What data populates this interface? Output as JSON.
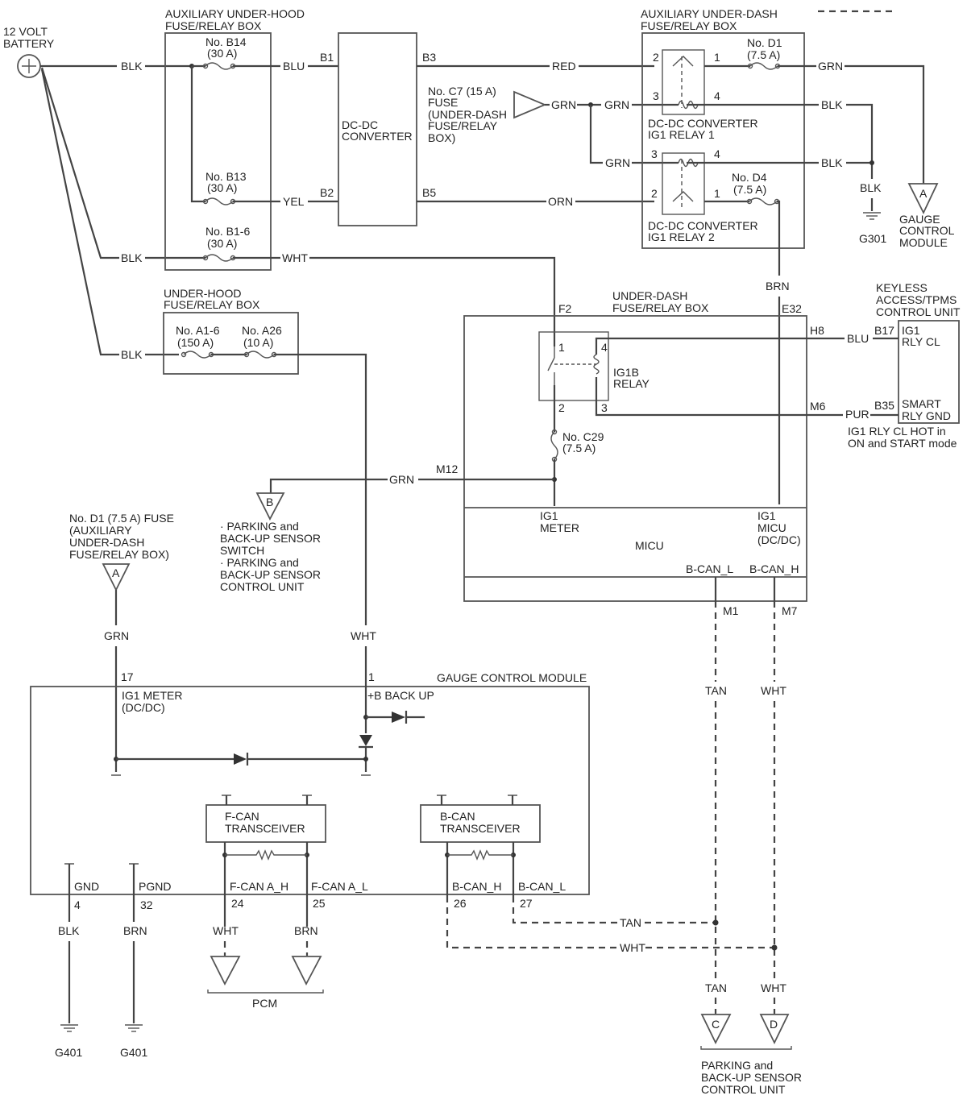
{
  "legend_note": "",
  "battery": {
    "l1": "12 VOLT",
    "l2": "BATTERY"
  },
  "aux_hood": {
    "l1": "AUXILIARY UNDER-HOOD",
    "l2": "FUSE/RELAY BOX",
    "fb14": "No. B14",
    "fb14a": "(30 A)",
    "fb13": "No. B13",
    "fb13a": "(30 A)",
    "fb16": "No. B1-6",
    "fb16a": "(30 A)"
  },
  "dcdc": {
    "l1": "DC-DC",
    "l2": "CONVERTER",
    "b1": "B1",
    "b2": "B2",
    "b3": "B3",
    "b5": "B5"
  },
  "c7": {
    "l1": "No. C7 (15 A)",
    "l2": "FUSE",
    "l3": "(UNDER-DASH",
    "l4": "FUSE/RELAY",
    "l5": "BOX)"
  },
  "aux_dash": {
    "l1": "AUXILIARY UNDER-DASH",
    "l2": "FUSE/RELAY BOX",
    "d1": "No. D1",
    "d1a": "(7.5 A)",
    "d4": "No. D4",
    "d4a": "(7.5 A)",
    "r1a": "DC-DC CONVERTER",
    "r1b": "IG1 RELAY 1",
    "r2a": "DC-DC CONVERTER",
    "r2b": "IG1 RELAY 2",
    "p2": "2",
    "p1": "1",
    "p3": "3",
    "p4": "4"
  },
  "ground_g301": "G301",
  "gcm_ref": {
    "l1": "GAUGE",
    "l2": "CONTROL",
    "l3": "MODULE"
  },
  "hood": {
    "l1": "UNDER-HOOD",
    "l2": "FUSE/RELAY BOX",
    "a16": "No. A1-6",
    "a16a": "(150 A)",
    "a26": "No. A26",
    "a26a": "(10 A)"
  },
  "udash": {
    "l1": "UNDER-DASH",
    "l2": "FUSE/RELAY BOX",
    "f2": "F2",
    "e32": "E32",
    "h8": "H8",
    "m6": "M6",
    "m12": "M12",
    "relay": "IG1B",
    "relay2": "RELAY",
    "c29": "No. C29",
    "c29a": "(7.5 A)",
    "p1": "1",
    "p2": "2",
    "p3": "3",
    "p4": "4"
  },
  "micu": {
    "title": "MICU",
    "ig1meter": "IG1",
    "ig1meter2": "METER",
    "ig1micu": "IG1",
    "ig1micu2": "MICU",
    "ig1micu3": "(DC/DC)",
    "bcanl": "B-CAN_L",
    "bcanh": "B-CAN_H",
    "m1": "M1",
    "m7": "M7"
  },
  "keyless": {
    "l1": "KEYLESS",
    "l2": "ACCESS/TPMS",
    "l3": "CONTROL UNIT",
    "b17": "B17",
    "b35": "B35",
    "ig1": "IG1",
    "rlycl": "RLY CL",
    "smart": "SMART",
    "rlygnd": "RLY GND",
    "note1": "IG1 RLY CL HOT in",
    "note2": "ON and START mode"
  },
  "connB": {
    "l1": "· PARKING and",
    "l2": "BACK-UP SENSOR",
    "l3": "SWITCH",
    "l4": "· PARKING and",
    "l5": "BACK-UP SENSOR",
    "l6": "CONTROL UNIT"
  },
  "d1ref": {
    "l1": "No. D1 (7.5 A) FUSE",
    "l2": "(AUXILIARY",
    "l3": "UNDER-DASH",
    "l4": "FUSE/RELAY BOX)"
  },
  "gcm": {
    "title": "GAUGE CONTROL MODULE",
    "p17": "17",
    "p1": "1",
    "ig1meter": "IG1 METER",
    "dcdc": "(DC/DC)",
    "backup": "+B BACK UP",
    "gnd": "GND",
    "pgnd": "PGND",
    "fcanh": "F-CAN A_H",
    "fcanl": "F-CAN A_L",
    "bcanh": "B-CAN_H",
    "bcanl": "B-CAN_L",
    "p4": "4",
    "p32": "32",
    "p24": "24",
    "p25": "25",
    "p26": "26",
    "p27": "27",
    "fcan1": "F-CAN",
    "fcan2": "TRANSCEIVER",
    "bcan1": "B-CAN",
    "bcan2": "TRANSCEIVER"
  },
  "wires": {
    "blk": "BLK",
    "blu": "BLU",
    "yel": "YEL",
    "wht": "WHT",
    "red": "RED",
    "orn": "ORN",
    "grn": "GRN",
    "brn": "BRN",
    "pur": "PUR",
    "tan": "TAN"
  },
  "connectors": {
    "a": "A",
    "b": "B",
    "c": "C",
    "d": "D"
  },
  "pcm": "PCM",
  "g401": "G401",
  "psu": {
    "l1": "PARKING and",
    "l2": "BACK-UP SENSOR",
    "l3": "CONTROL UNIT"
  }
}
